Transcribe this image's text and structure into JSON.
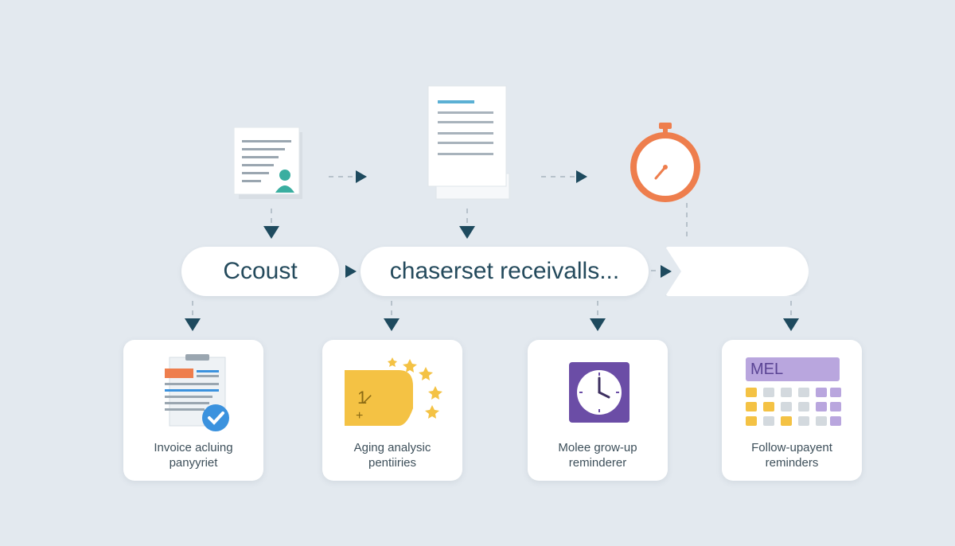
{
  "pills": [
    {
      "id": "first",
      "label": "Ccoust"
    },
    {
      "id": "second",
      "label": "chaserset receivalls..."
    },
    {
      "id": "third",
      "label": ""
    }
  ],
  "cards": [
    {
      "id": "invoice",
      "line1": "Invoice acluing",
      "line2": "panyyriet"
    },
    {
      "id": "aging",
      "line1": "Aging analysic",
      "line2": "pentiiries"
    },
    {
      "id": "reminder",
      "line1": "Molee grow-up",
      "line2": "reminderer"
    },
    {
      "id": "followup",
      "line1": "Follow-upayent",
      "line2": "reminders"
    }
  ],
  "calendar_header": "MEL",
  "colors": {
    "background": "#e3e9ef",
    "arrow": "#1e4a5e",
    "accent_teal": "#3aaea0",
    "accent_orange": "#ee7e4d",
    "accent_purple": "#6b4da6",
    "accent_yellow": "#f4c244",
    "accent_blue": "#3b92de"
  }
}
